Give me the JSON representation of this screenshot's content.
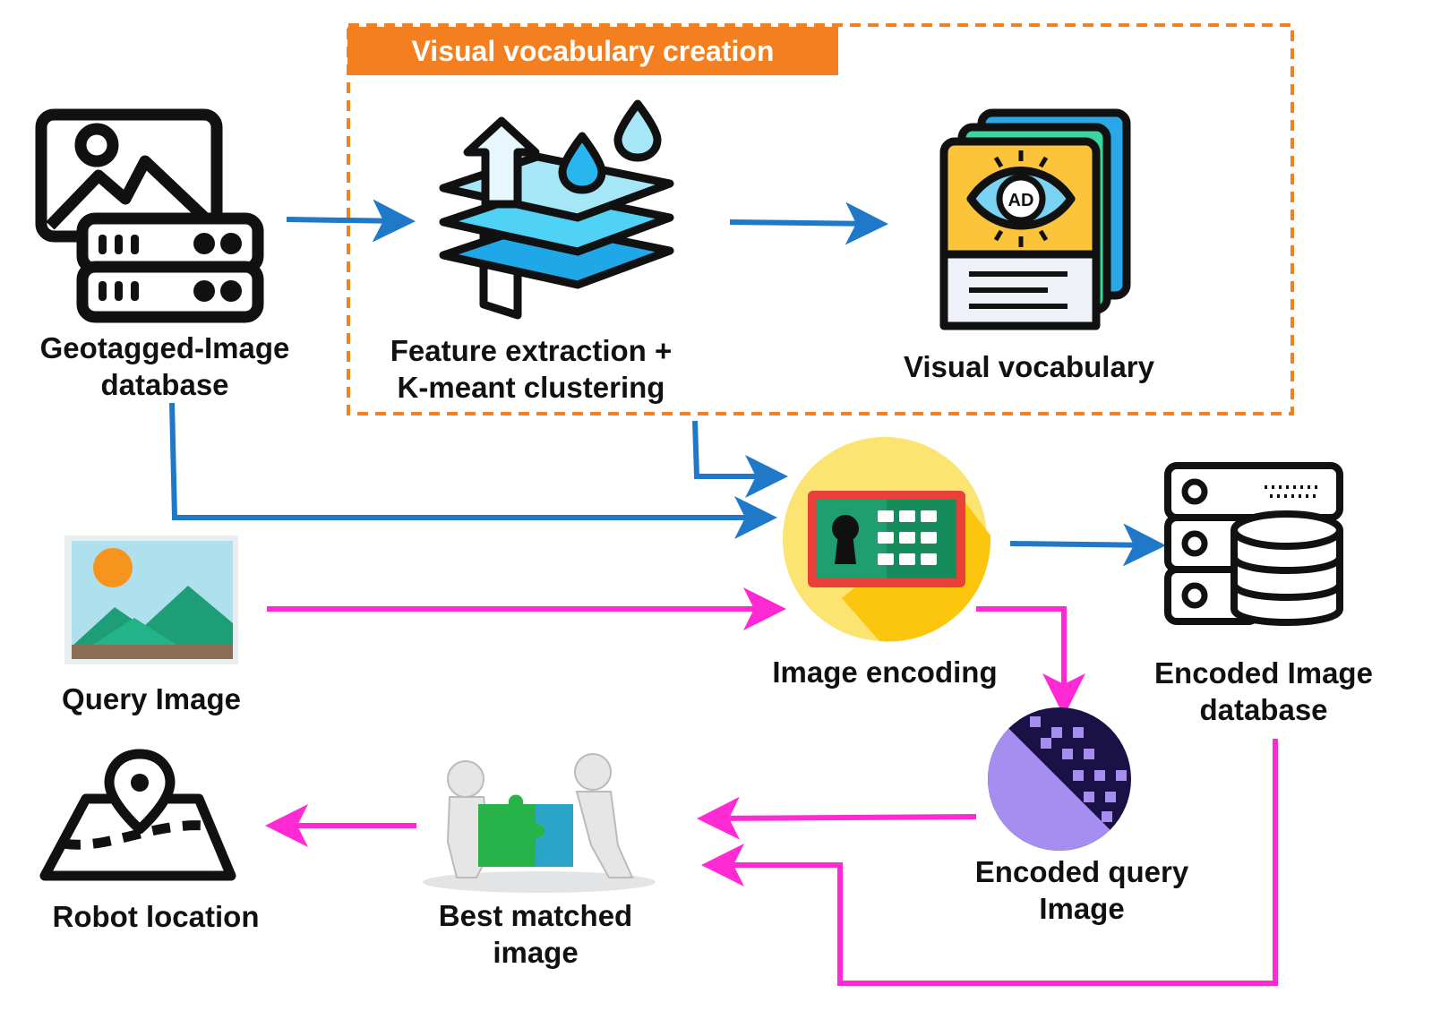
{
  "group": {
    "title": "Visual vocabulary creation"
  },
  "nodes": {
    "geotagged_db": {
      "line1": "Geotagged-Image",
      "line2": "database"
    },
    "feature_extraction": {
      "line1": "Feature extraction +",
      "line2": "K-meant clustering"
    },
    "visual_vocabulary": {
      "label": "Visual vocabulary"
    },
    "query_image": {
      "label": "Query Image"
    },
    "image_encoding": {
      "label": "Image encoding"
    },
    "encoded_db": {
      "line1": "Encoded Image",
      "line2": "database"
    },
    "encoded_query": {
      "line1": "Encoded query",
      "line2": "Image"
    },
    "best_match": {
      "line1": "Best matched",
      "line2": "image"
    },
    "robot_location": {
      "label": "Robot location"
    }
  },
  "badges": {
    "vocab_eye": "AD"
  },
  "colors": {
    "group_border": "#f47f21",
    "arrow_blue": "#1f78c8",
    "arrow_magenta": "#ff2ad4",
    "icon_stroke": "#111111"
  },
  "icons": {
    "geotagged_db": "image-server-icon",
    "feature_extraction": "layers-upload-icon",
    "visual_vocabulary": "eye-book-icon",
    "query_image": "landscape-photo-icon",
    "image_encoding": "keypad-safe-icon",
    "encoded_db": "database-server-icon",
    "encoded_query": "pixel-pattern-icon",
    "best_match": "puzzle-people-icon",
    "robot_location": "map-pin-icon"
  }
}
